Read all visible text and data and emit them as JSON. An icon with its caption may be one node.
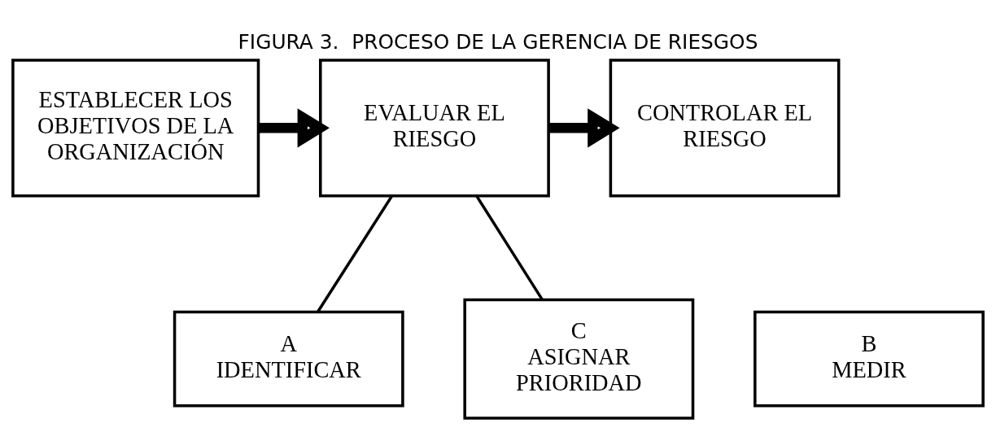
{
  "diagram": {
    "title": "FIGURA 3.  PROCESO DE LA GERENCIA DE RIESGOS",
    "nodes": [
      {
        "text": [
          "ESTABLECER LOS OBJETIVOS DE LA ORGANIZACIÓN"
        ]
      },
      {
        "text": [
          "EVALUAR EL RIESGO"
        ]
      },
      {
        "text": [
          "CONTROLAR EL RIESGO"
        ]
      },
      {
        "text": [
          "A",
          "IDENTIFICAR"
        ]
      },
      {
        "text": [
          "B",
          "MEDIR"
        ]
      },
      {
        "text": [
          "C",
          "ASIGNAR PRIORIDAD"
        ]
      }
    ],
    "edges": [
      {
        "from": 0,
        "to": 1,
        "arrow": "to",
        "style": "thick"
      },
      {
        "from": 1,
        "to": 2,
        "arrow": "to",
        "style": "thick"
      },
      {
        "from": 1,
        "to": 3,
        "arrow": "none"
      },
      {
        "from": 1,
        "to": 5,
        "arrow": "none"
      }
    ]
  }
}
